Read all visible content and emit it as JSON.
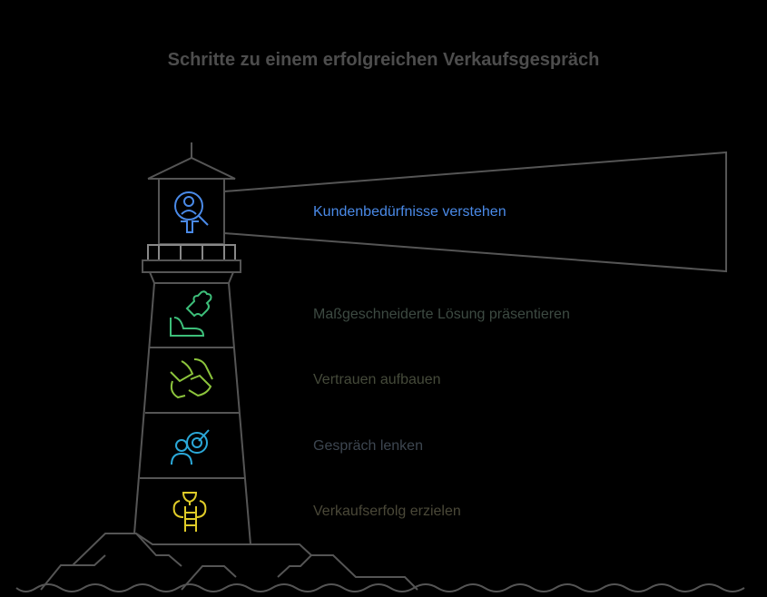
{
  "title": "Schritte zu einem erfolgreichen Verkaufsgespräch",
  "steps": [
    {
      "label": "Kundenbedürfnisse verstehen",
      "icon": "customer-search-icon",
      "color": "#4a8ae8"
    },
    {
      "label": "Maßgeschneiderte Lösung präsentieren",
      "icon": "puzzle-hand-icon",
      "color": "#3d4a42"
    },
    {
      "label": "Vertrauen aufbauen",
      "icon": "handshake-icon",
      "color": "#454a3a"
    },
    {
      "label": "Gespräch lenken",
      "icon": "person-target-icon",
      "color": "#3d4650"
    },
    {
      "label": "Verkaufserfolg erzielen",
      "icon": "trophy-ladder-icon",
      "color": "#4a4838"
    }
  ],
  "colors": {
    "outline": "#555555",
    "icon_blue": "#4a8ae8",
    "icon_green": "#3dbf7a",
    "icon_lime": "#8cc43c",
    "icon_cyan": "#2ba8d8",
    "icon_yellow": "#e0cc28"
  }
}
